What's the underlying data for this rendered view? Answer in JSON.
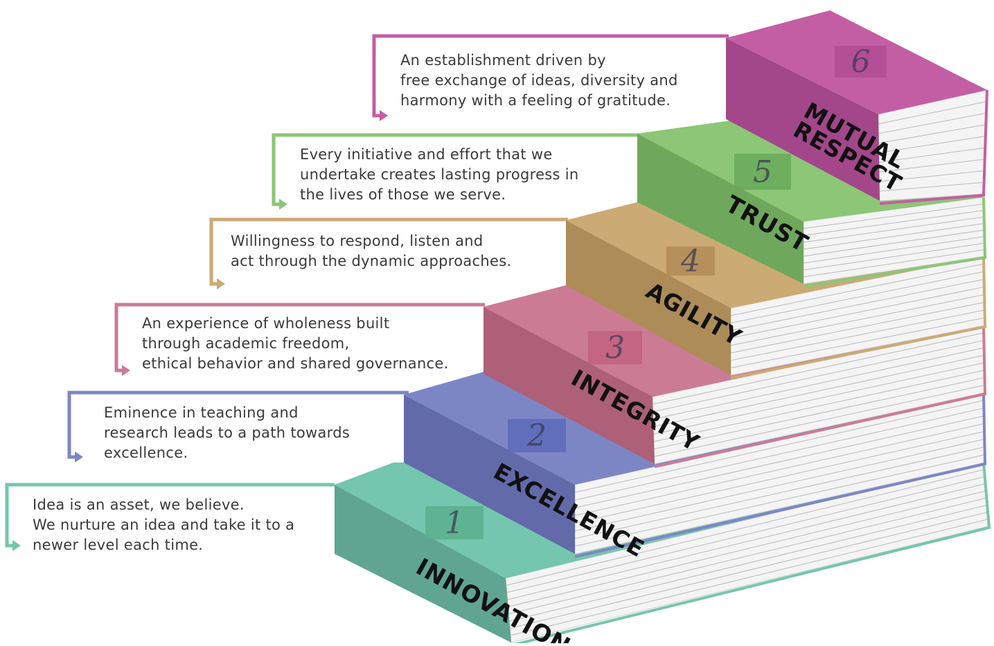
{
  "steps": [
    {
      "number": "1",
      "title_lines": [
        "INNOVATION"
      ],
      "description_lines": [
        "Idea is an asset, we believe.",
        "We nurture an idea and take it to a",
        "newer level each time."
      ],
      "color": "#74c6ae",
      "dark": "#5fa592",
      "num_bg": "#5aae8c"
    },
    {
      "number": "2",
      "title_lines": [
        "EXCELLENCE"
      ],
      "description_lines": [
        "Eminence in teaching and",
        "research leads to a path towards",
        "excellence."
      ],
      "color": "#7d86c5",
      "dark": "#626aaa",
      "num_bg": "#5a68b8"
    },
    {
      "number": "3",
      "title_lines": [
        "INTEGRITY"
      ],
      "description_lines": [
        "An experience of wholeness built",
        "through academic freedom,",
        "ethical behavior and shared governance."
      ],
      "color": "#cc7b94",
      "dark": "#ad6078",
      "num_bg": "#c0607e"
    },
    {
      "number": "4",
      "title_lines": [
        "AGILITY"
      ],
      "description_lines": [
        "Willingness to respond, listen and",
        "act through the dynamic approaches."
      ],
      "color": "#ccaa74",
      "dark": "#ad8c58",
      "num_bg": "#b08a54"
    },
    {
      "number": "5",
      "title_lines": [
        "TRUST"
      ],
      "description_lines": [
        "Every initiative and effort that we",
        "undertake creates lasting progress in",
        "the lives of those we serve."
      ],
      "color": "#8cc676",
      "dark": "#6fa85c",
      "num_bg": "#66a85a"
    },
    {
      "number": "6",
      "title_lines": [
        "MUTUAL",
        "RESPECT"
      ],
      "description_lines": [
        "An establishment driven by",
        "free exchange of ideas, diversity and",
        "harmony with a feeling of gratitude."
      ],
      "color": "#c45ea4",
      "dark": "#a3478a",
      "num_bg": "#b04a94"
    }
  ]
}
